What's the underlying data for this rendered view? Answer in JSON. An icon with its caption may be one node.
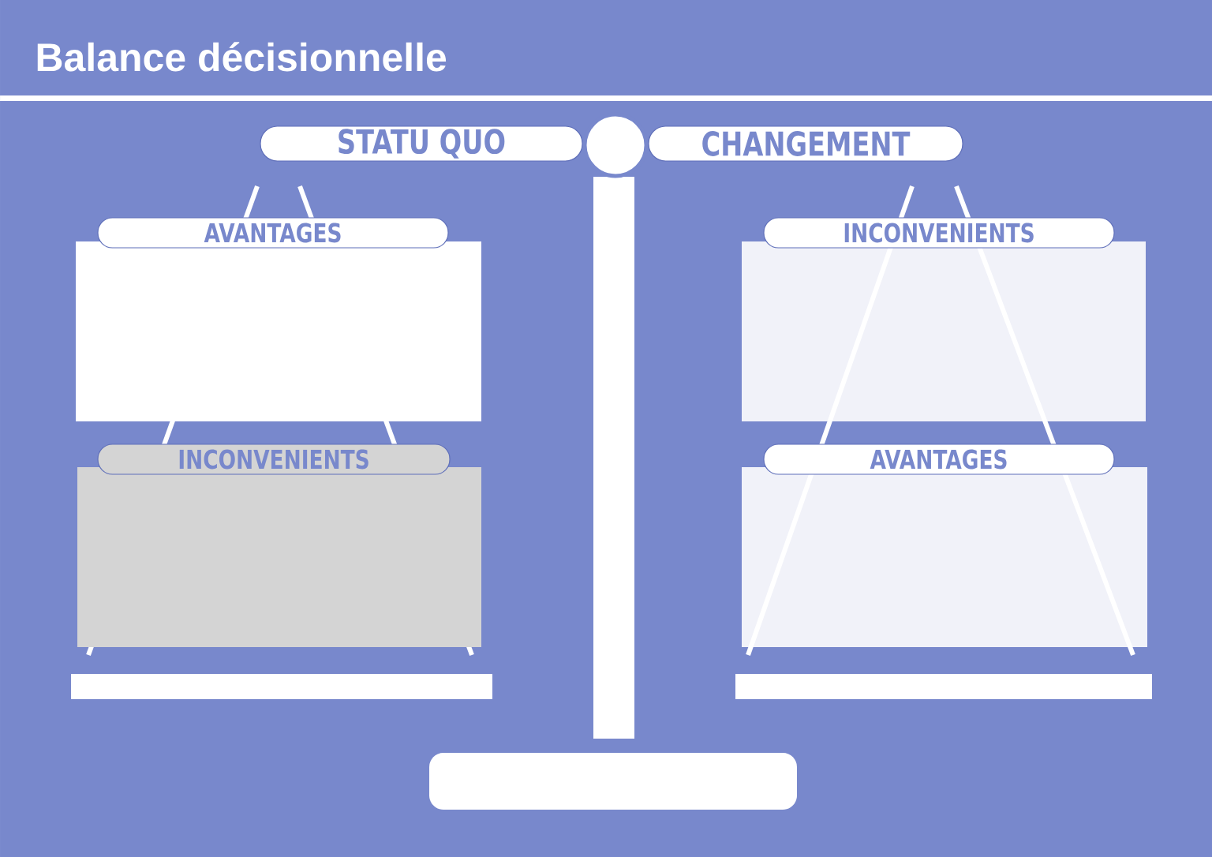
{
  "diagram": {
    "title": "Balance décisionnelle",
    "nodes": [
      {
        "text": [
          "STATU QUO"
        ]
      },
      {
        "text": [
          "CHANGEMENT"
        ]
      },
      {
        "text": [],
        "shape": "bar"
      },
      {
        "text": [
          "AVANTAGES"
        ]
      },
      {
        "text": [
          "INCONVENIENTS"
        ]
      },
      {
        "text": [
          "INCONVENIENTS"
        ]
      },
      {
        "text": [
          "AVANTAGES"
        ]
      },
      {
        "text": [],
        "shape": "bar"
      },
      {
        "text": [],
        "shape": "bar"
      },
      {
        "text": [],
        "shape": "box"
      }
    ]
  }
}
